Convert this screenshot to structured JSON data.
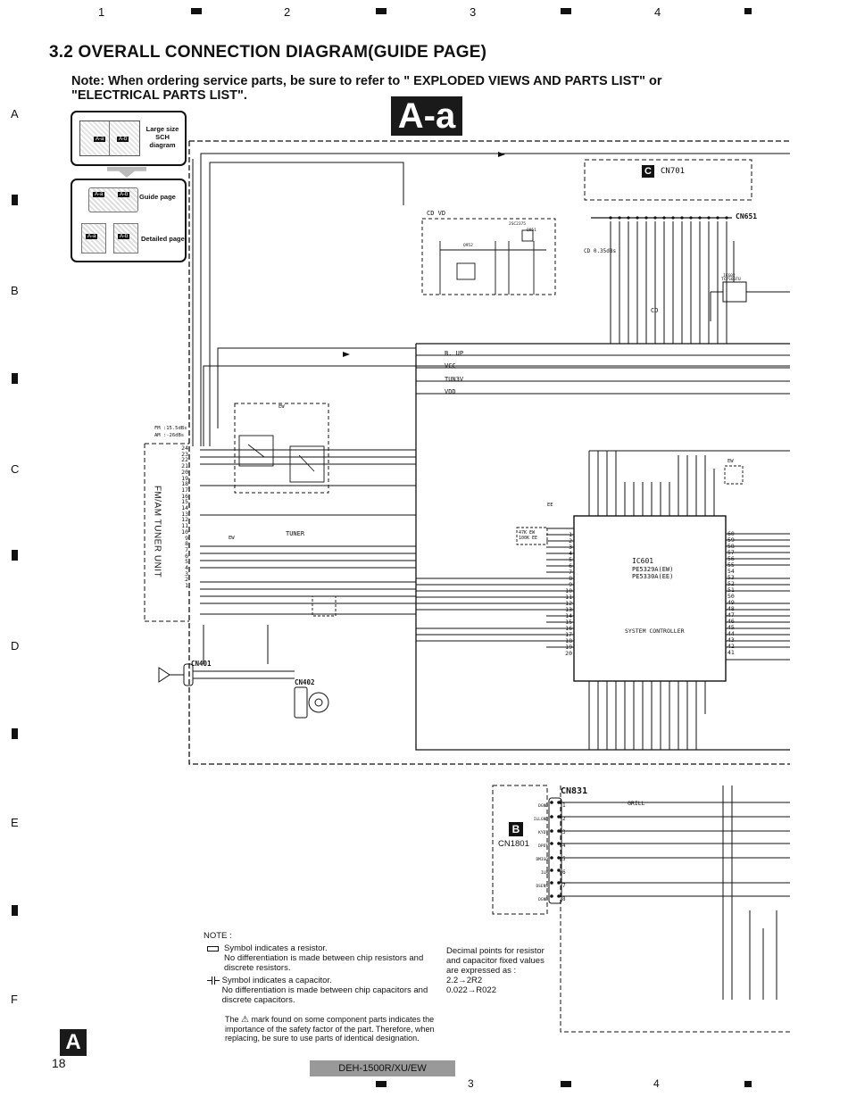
{
  "section_title": "3.2 OVERALL CONNECTION DIAGRAM(GUIDE PAGE)",
  "note_text": "Note: When ordering service parts, be sure to refer to \" EXPLODED VIEWS AND PARTS LIST\" or \"ELECTRICAL PARTS LIST\".",
  "sheet_badge": "A-a",
  "column_numbers": [
    "1",
    "2",
    "3",
    "4"
  ],
  "bottom_column_numbers": [
    "3",
    "4"
  ],
  "row_letters": [
    "A",
    "B",
    "C",
    "D",
    "E",
    "F"
  ],
  "guide": {
    "large_label": "Large size SCH diagram",
    "guide_label": "Guide page",
    "detail_label": "Detailed page",
    "tag_a": "A-a",
    "tag_b": "A-b"
  },
  "schematic": {
    "c_badge": "C",
    "cn701": "CN701",
    "cn651": "CN651",
    "cd_vd": "CD VD",
    "cd_level": "CD 0.35dBs",
    "cd_label": "CD",
    "q_q952": "Q952",
    "q_2sc2375": "2SC2375",
    "q_q951": "Q951",
    "ic602": "IC602",
    "ic602_part": "TC7S66FU",
    "bus_bup": "B. UP",
    "bus_vcc": "VCC",
    "bus_tun3v": "TUN3V",
    "bus_vdd": "VDD",
    "tuner_unit": "FM/AM TUNER UNIT",
    "fm_level": "FM :15.5dBs",
    "am_level": "AM :-26dBs",
    "tuner_label": "TUNER",
    "ew": "EW",
    "ee": "EE",
    "ee_res": "47K EW 100K EE",
    "ic601": "IC601",
    "ic601_part1": "PE5329A(EW)",
    "ic601_part2": "PE5330A(EE)",
    "ic601_func": "SYSTEM CONTROLLER",
    "cn401": "CN401",
    "cn402": "CN402",
    "cn831": "CN831",
    "grill": "GRILL",
    "b_badge": "B",
    "cn1801": "CN1801",
    "tuner_pins": [
      "24",
      "23",
      "22",
      "21",
      "20",
      "19",
      "18",
      "17",
      "16",
      "15",
      "14",
      "13",
      "12",
      "11",
      "10",
      "9",
      "8",
      "7",
      "6",
      "5",
      "4",
      "3",
      "2",
      "1"
    ],
    "ic_left_pins": [
      "1",
      "2",
      "3",
      "4",
      "5",
      "6",
      "7",
      "8",
      "9",
      "10",
      "11",
      "12",
      "13",
      "14",
      "15",
      "16",
      "17",
      "18",
      "19",
      "20"
    ],
    "ic_right_pins": [
      "60",
      "59",
      "58",
      "57",
      "56",
      "55",
      "54",
      "53",
      "52",
      "51",
      "50",
      "49",
      "48",
      "47",
      "46",
      "45",
      "44",
      "43",
      "42",
      "41"
    ],
    "cn831_pins": [
      "1",
      "2",
      "3",
      "4",
      "5",
      "6",
      "7",
      "8"
    ],
    "cn831_signals": [
      "DGND",
      "ILLGND",
      "KYDT",
      "DPDT",
      "DMIGO",
      "ILM",
      "DSENS",
      "DGND"
    ]
  },
  "notes": {
    "heading": "NOTE :",
    "resistor_line1": "Symbol indicates a resistor.",
    "resistor_line2": "No differentiation is made  between chip resistors and discrete resistors.",
    "capacitor_line1": "Symbol indicates a capacitor.",
    "capacitor_line2": "No differentiation is made  between chip capacitors and discrete capacitors.",
    "decimal": "Decimal points for resistor and capacitor fixed values are expressed as :",
    "decimal_ex1": "2.2→2R2",
    "decimal_ex2": "0.022→R022",
    "safety_pre": "The",
    "safety_rest": "mark found on some component parts indicates the importance of the safety factor of the part. Therefore, when replacing, be sure to use parts of identical designation."
  },
  "page_badge": "A",
  "page_number": "18",
  "model": "DEH-1500R/XU/EW"
}
